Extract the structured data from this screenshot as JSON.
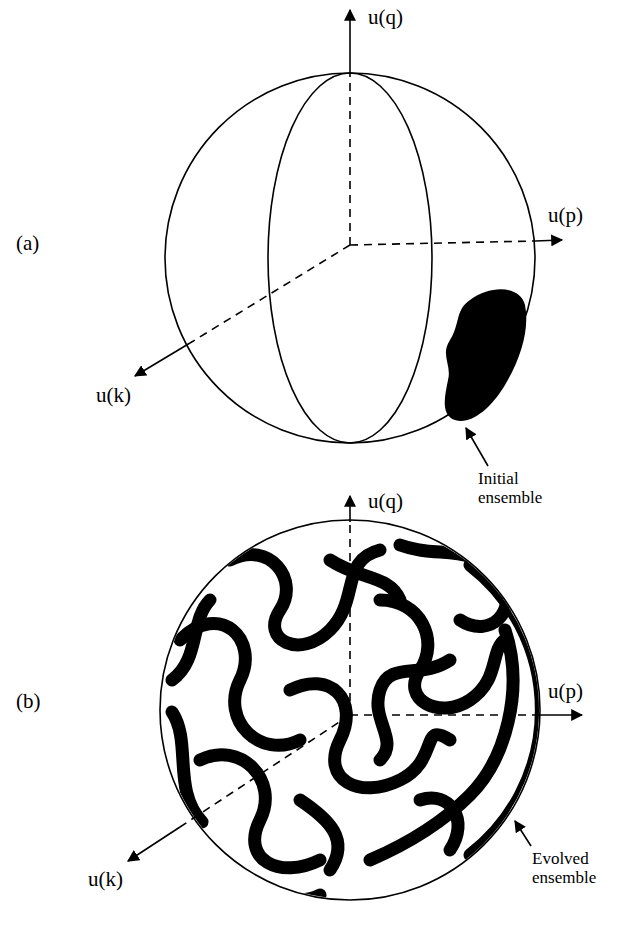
{
  "diagram": {
    "labels": [
      "u(q)",
      "u(p)",
      "u(k)",
      "(a)",
      "Initial ensemble",
      "u(q)",
      "u(p)",
      "u(k)",
      "(b)",
      "Evolved ensemble"
    ]
  }
}
